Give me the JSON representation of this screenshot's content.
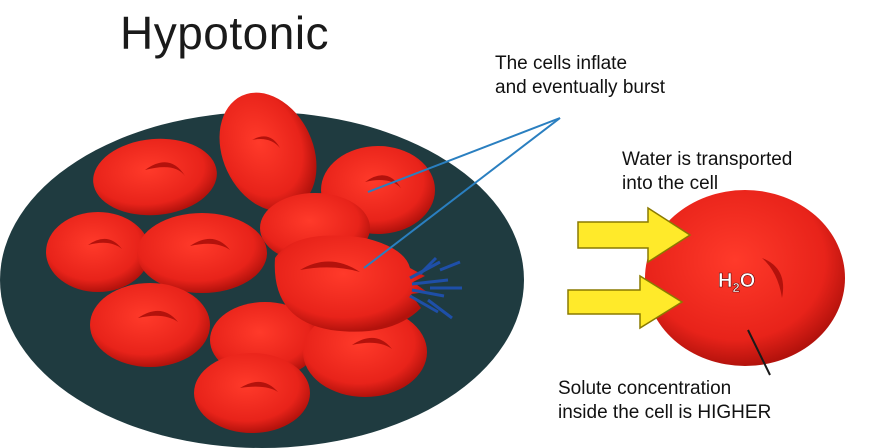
{
  "title": "Hypotonic",
  "annotations": {
    "burst": [
      "The cells inflate",
      "and eventually burst"
    ],
    "water": [
      "Water is transported",
      "into the cell"
    ],
    "solute": [
      "Solute concentration",
      "inside the cell is HIGHER"
    ]
  },
  "cell_label": {
    "base": "H",
    "subscript": "2",
    "suffix": "O"
  },
  "colors": {
    "dish": "#1f3b40",
    "cell": "#e8231a",
    "cell_dark": "#b3120c",
    "cell_light": "#ff3b2b",
    "pointer_line": "#2a7fc0",
    "water_splash": "#1e4fa8",
    "arrow": "#ffea2a",
    "arrow_stroke": "#8a7a00"
  },
  "icons": [
    "dish",
    "red-blood-cell",
    "yellow-arrow",
    "water-splash"
  ]
}
